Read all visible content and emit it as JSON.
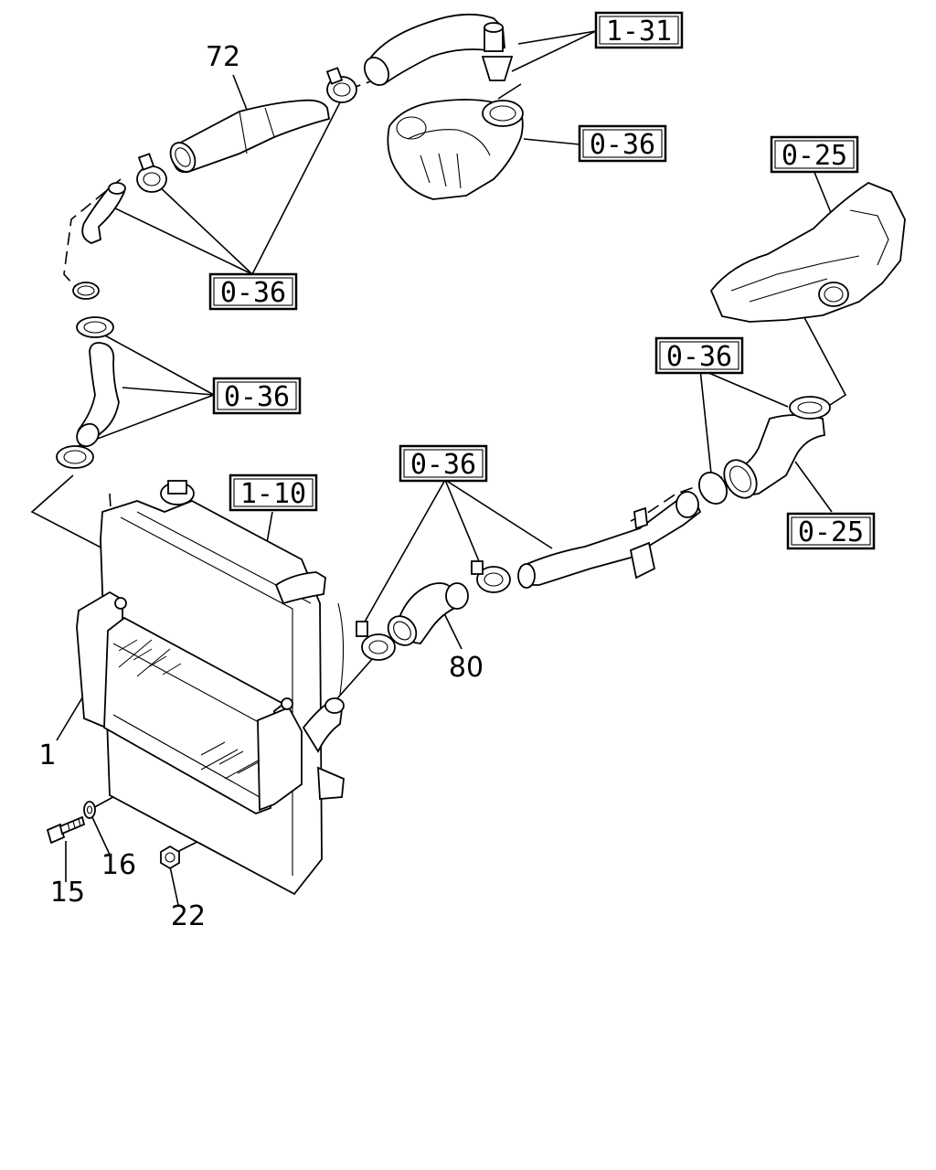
{
  "callouts": [
    {
      "id": "72",
      "text": "72"
    },
    {
      "id": "1",
      "text": "1"
    },
    {
      "id": "15",
      "text": "15"
    },
    {
      "id": "16",
      "text": "16"
    },
    {
      "id": "22",
      "text": "22"
    },
    {
      "id": "80",
      "text": "80"
    }
  ],
  "references": [
    {
      "id": "ref-1-31",
      "text": "1-31"
    },
    {
      "id": "ref-0-36-turbo",
      "text": "0-36"
    },
    {
      "id": "ref-0-25-top",
      "text": "0-25"
    },
    {
      "id": "ref-0-36-upper-left",
      "text": "0-36"
    },
    {
      "id": "ref-0-36-mid-left",
      "text": "0-36"
    },
    {
      "id": "ref-0-36-right",
      "text": "0-36"
    },
    {
      "id": "ref-1-10",
      "text": "1-10"
    },
    {
      "id": "ref-0-36-center",
      "text": "0-36"
    },
    {
      "id": "ref-0-25-right",
      "text": "0-25"
    }
  ],
  "palette": {
    "ink": "#000000",
    "paper": "#ffffff"
  }
}
